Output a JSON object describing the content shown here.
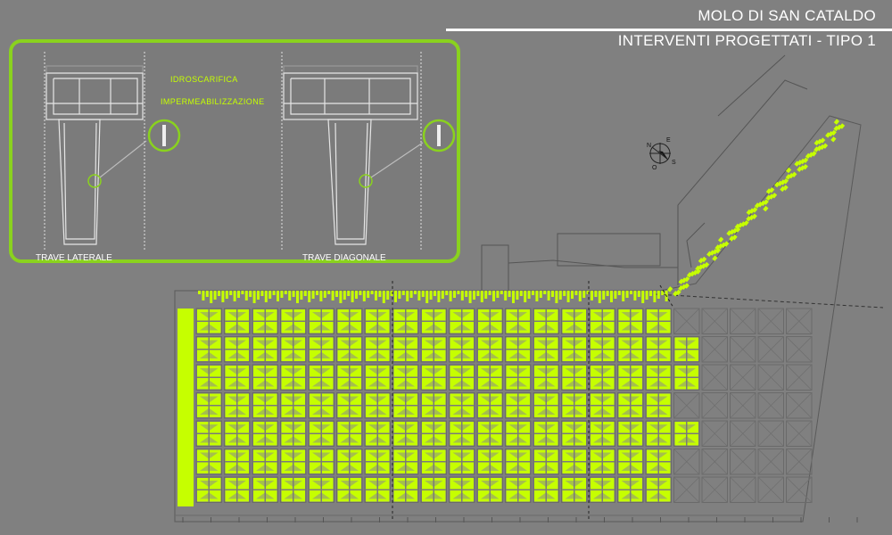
{
  "header": {
    "title": "MOLO DI SAN CATALDO",
    "subtitle": "INTERVENTI PROGETTATI - TIPO 1"
  },
  "detail_inset": {
    "left_section_label": "TRAVE LATERALE",
    "right_section_label": "TRAVE DIAGONALE",
    "layer_labels": [
      "IDROSCARIFICA",
      "IMPERMEABILIZZAZIONE"
    ]
  },
  "plan": {
    "compass_letters": [
      "N",
      "E",
      "S",
      "O"
    ]
  },
  "colors": {
    "background": "#808080",
    "accent_green": "#c6ff00",
    "inset_border": "#8ad21e",
    "linework": "#e6e6e6"
  }
}
